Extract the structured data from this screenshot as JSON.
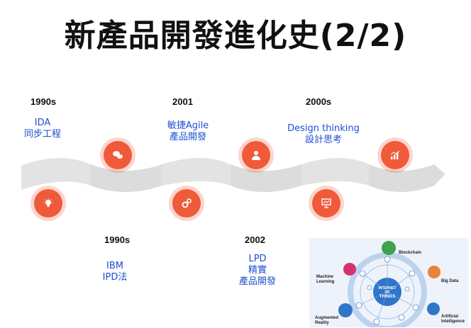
{
  "title": "新產品開發進化史(2/2)",
  "timeline": {
    "top": [
      {
        "year": "1990s",
        "lines": [
          "IDA",
          "同步工程"
        ],
        "icon": "lightbulb-icon"
      },
      {
        "year": "2001",
        "lines": [
          "敏捷Agile",
          "產品開發"
        ],
        "icon": "gears-icon"
      },
      {
        "year": "2000s",
        "lines": [
          "Design thinking",
          "設計思考"
        ],
        "icon": "presentation-icon"
      }
    ],
    "bottom": [
      {
        "year": "1990s",
        "lines": [
          "IBM",
          "IPD法"
        ],
        "icon": "chat-bubbles-icon"
      },
      {
        "year": "2002",
        "lines": [
          "LPD",
          "精實",
          "產品開發"
        ],
        "icon": "user-icon"
      }
    ],
    "last_icon": "bar-chart-icon"
  },
  "iot_image": {
    "center_lines": [
      "INTERNET",
      "OF",
      "THINGS"
    ],
    "items": [
      "Blockchain",
      "Big Data",
      "Machine Learning",
      "Augmented Reality",
      "Artificial Intelligence"
    ],
    "icons": [
      "bitcoin-icon",
      "database-icon",
      "brain-icon",
      "ar-icon",
      "ai-brain-icon"
    ]
  },
  "colors": {
    "accent": "#ef5a3a",
    "label_blue": "#1f4fd1",
    "wave_gray": "#e2e2e2"
  }
}
